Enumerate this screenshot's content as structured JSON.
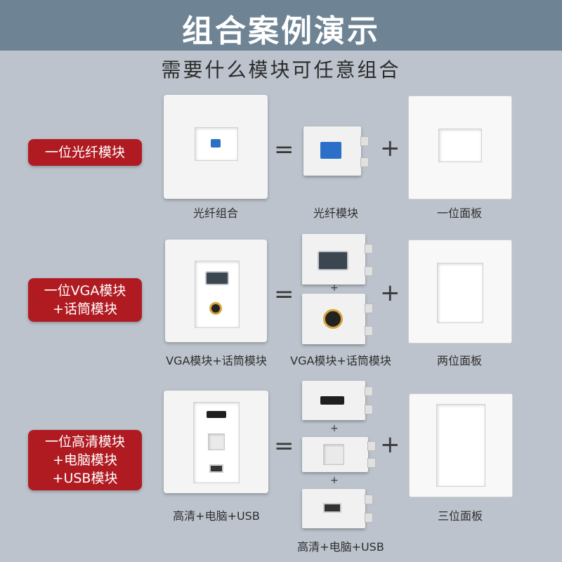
{
  "header": {
    "title": "组合案例演示"
  },
  "subtitle": "需要什么模块可任意组合",
  "operators": {
    "equals": "=",
    "plus": "+"
  },
  "rows": [
    {
      "badge_lines": [
        "一位光纤模块"
      ],
      "left_caption": "光纤组合",
      "middle_caption": "光纤模块",
      "right_caption": "一位面板"
    },
    {
      "badge_lines": [
        "一位VGA模块",
        "+话筒模块"
      ],
      "left_caption": "VGA模块+话筒模块",
      "middle_caption": "VGA模块+话筒模块",
      "right_caption": "两位面板"
    },
    {
      "badge_lines": [
        "一位高清模块",
        "+电脑模块",
        "+USB模块"
      ],
      "left_caption": "高清+电脑+USB",
      "middle_caption": "高清+电脑+USB",
      "right_caption": "三位面板"
    }
  ],
  "colors": {
    "header_bg": "#6e8394",
    "badge_bg": "#b01b22",
    "page_bg": "#bcc3cc"
  },
  "icons": [
    "fiber-port-icon",
    "vga-port-icon",
    "audio-jack-icon",
    "hdmi-port-icon",
    "rj45-port-icon",
    "usb-port-icon"
  ]
}
